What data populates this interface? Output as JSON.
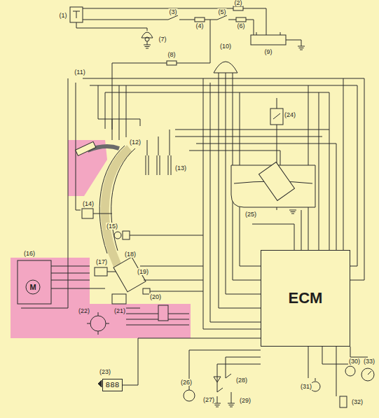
{
  "diagram": {
    "nodes": [
      {
        "text": [
          "ECM"
        ]
      },
      {
        "text": [
          "888"
        ]
      }
    ],
    "edges": [
      {
        "from": 1,
        "to": 0,
        "arrow": "none"
      }
    ],
    "labels": [
      "M",
      "(1)",
      "(2)",
      "(3)",
      "(4)",
      "(5)",
      "(6)",
      "(7)",
      "(8)",
      "(9)",
      "(10)",
      "(11)",
      "(12)",
      "(13)",
      "(14)",
      "(15)",
      "(16)",
      "(17)",
      "(18)",
      "(19)",
      "(20)",
      "(21)",
      "(22)",
      "(23)",
      "(24)",
      "(25)",
      "(26)",
      "(27)",
      "(28)",
      "(29)",
      "(30)",
      "(31)",
      "(32)",
      "(33)"
    ]
  }
}
